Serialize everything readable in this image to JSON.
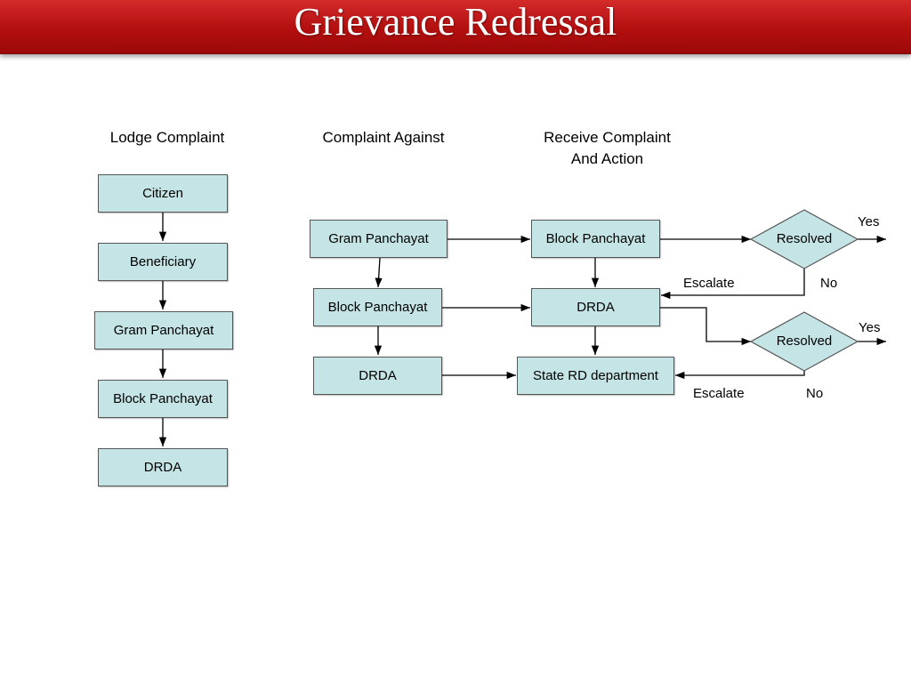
{
  "title": "Grievance Redressal",
  "headers": {
    "lodge": "Lodge Complaint",
    "against": "Complaint Against",
    "receive_line1": "Receive Complaint",
    "receive_line2": "And Action"
  },
  "lodge_column": [
    "Citizen",
    "Beneficiary",
    "Gram Panchayat",
    "Block Panchayat",
    "DRDA"
  ],
  "against_column": [
    "Gram Panchayat",
    "Block Panchayat",
    "DRDA"
  ],
  "receive_column": [
    "Block Panchayat",
    "DRDA",
    "State RD department"
  ],
  "decisions": [
    {
      "label": "Resolved",
      "yes": "Yes",
      "no": "No",
      "escalate": "Escalate"
    },
    {
      "label": "Resolved",
      "yes": "Yes",
      "no": "No",
      "escalate": "Escalate"
    }
  ],
  "colors": {
    "title_bar": "#b30f0f",
    "box_fill": "#c5e4e6",
    "box_border": "#555555"
  }
}
